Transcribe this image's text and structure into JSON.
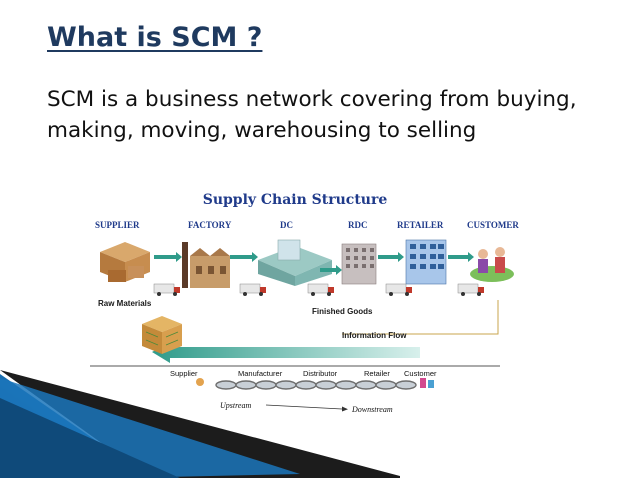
{
  "slide": {
    "title": "What is SCM ?",
    "body": "SCM is a business network covering from buying, making, moving, warehousing to selling"
  },
  "diagram": {
    "title": "Supply Chain Structure",
    "stages": [
      "SUPPLIER",
      "FACTORY",
      "DC",
      "RDC",
      "RETAILER",
      "CUSTOMER"
    ],
    "raw_materials_label": "Raw Materials",
    "finished_goods_label": "Finished Goods",
    "information_flow_label": "Information Flow",
    "roles": [
      "Supplier",
      "Manufacturer",
      "Distributor",
      "Retailer",
      "Customer"
    ],
    "upstream_label": "Upstream",
    "downstream_label": "Downstream"
  },
  "colors": {
    "title": "#1f3a5f",
    "diagram_title": "#1f3a8a",
    "stage_label": "#1f3a8a",
    "flow_arrow": "#2f9b8a",
    "accent_blue": "#1b75bb"
  }
}
